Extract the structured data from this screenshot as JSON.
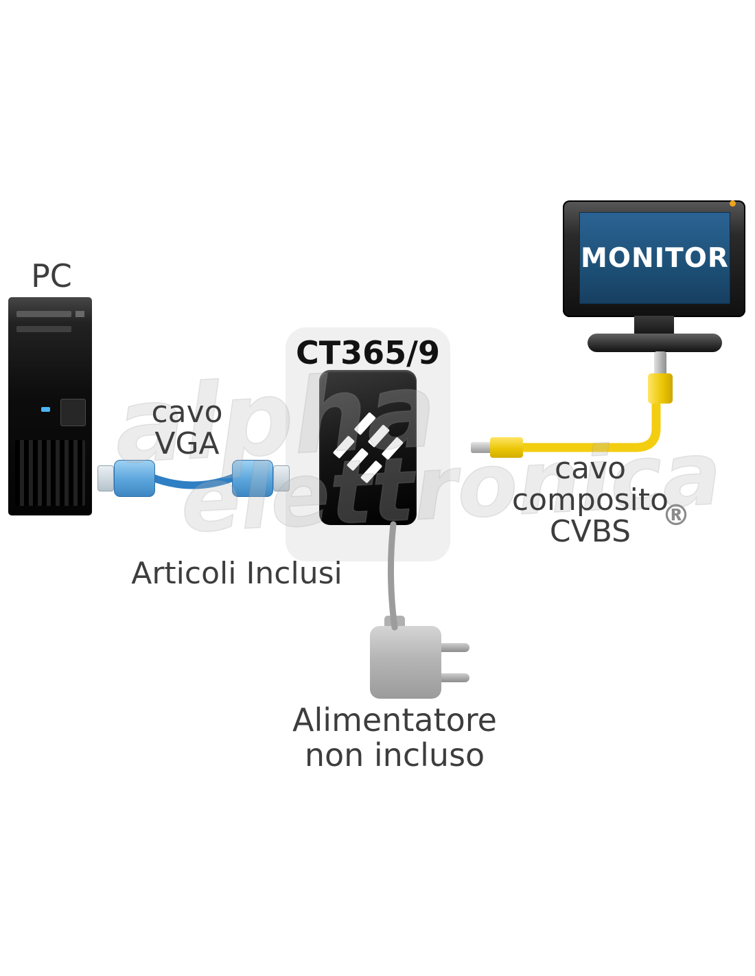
{
  "diagram": {
    "pc": {
      "label": "PC"
    },
    "vga_cable": {
      "label_line1": "cavo",
      "label_line2": "VGA"
    },
    "converter": {
      "model": "CT365/9"
    },
    "composite_cable": {
      "label_line1": "cavo",
      "label_line2": "composito",
      "label_line3": "CVBS"
    },
    "monitor": {
      "label": "MONITOR"
    },
    "included_items": {
      "label": "Articoli Inclusi"
    },
    "power_adapter": {
      "label_line1": "Alimentatore",
      "label_line2": "non incluso"
    },
    "watermark": {
      "word1": "alpha",
      "word2": "elettronica",
      "registered": "®"
    }
  },
  "colors": {
    "label_text": "#3d3d3d",
    "vga_cable": "#2e7fc4",
    "vga_connector": "#5fa8de",
    "composite_yellow": "#f3cd0f",
    "monitor_screen": "#1d5076",
    "device_body": "#141414",
    "psu_gray": "#b5b5b5"
  }
}
